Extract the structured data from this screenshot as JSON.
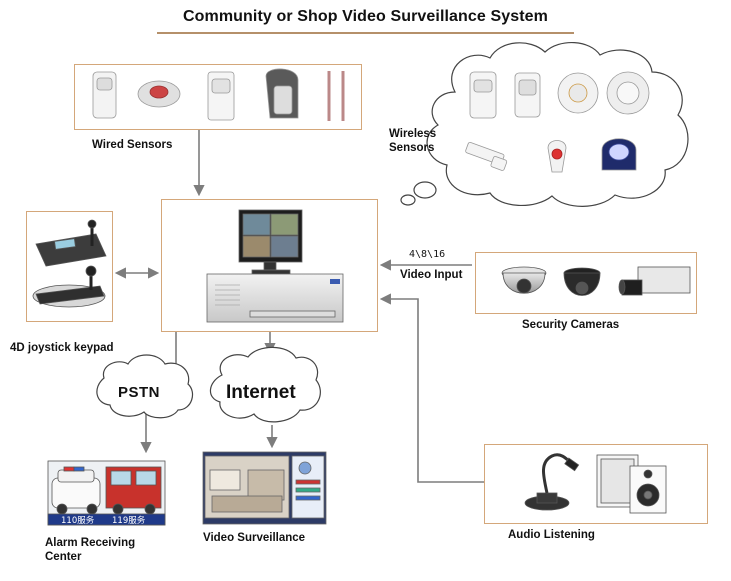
{
  "title": "Community or Shop Video Surveillance System",
  "labels": {
    "wired_sensors": "Wired Sensors",
    "wireless_line1": "Wireless",
    "wireless_line2": "Sensors",
    "joystick": "4D joystick keypad",
    "channels": "4\\8\\16",
    "video_input": "Video Input",
    "security_cameras": "Security Cameras",
    "pstn": "PSTN",
    "internet": "Internet",
    "alarm_line1": "Alarm Receiving",
    "alarm_line2": "Center",
    "video_surveillance": "Video Surveillance",
    "audio_listening": "Audio Listening",
    "truck_caption_1": "110服务",
    "truck_caption_2": "119服务"
  },
  "colors": {
    "box_border": "#d4a77a",
    "arrow": "#7d7d7d",
    "cloud_stroke": "#444444",
    "title_rule": "#b5906a"
  }
}
